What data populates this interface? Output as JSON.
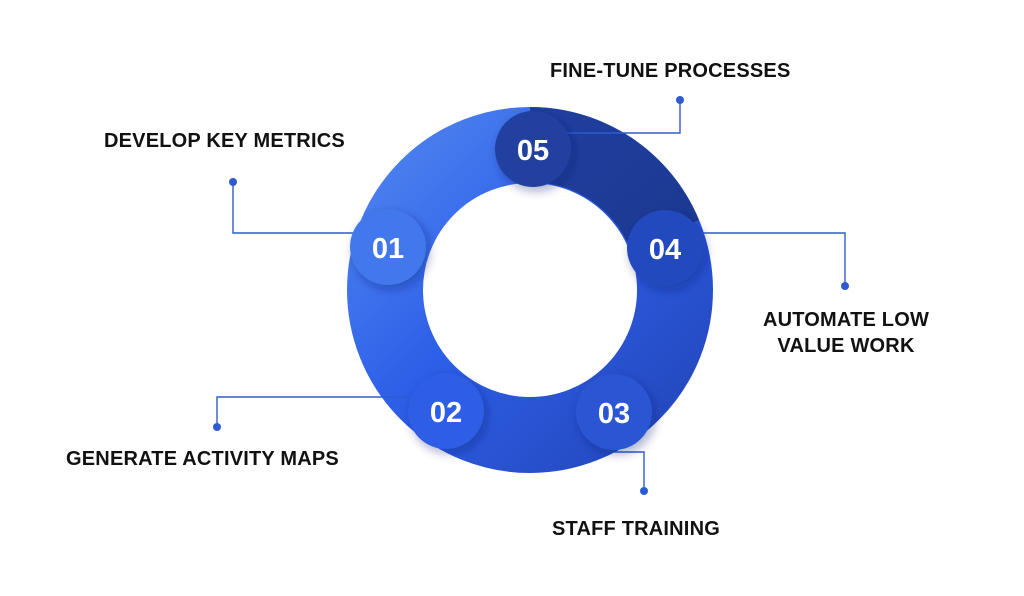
{
  "colors": {
    "background": "#ffffff",
    "text": "#111111",
    "connector": "#2f5bd1",
    "ring_light": "#4a7fee",
    "ring_mid": "#2f60ea",
    "ring_deep": "#2349bd",
    "ring_dark": "#1c3a9a"
  },
  "steps": [
    {
      "number": "01",
      "label": "DEVELOP KEY METRICS"
    },
    {
      "number": "02",
      "label": "GENERATE ACTIVITY MAPS"
    },
    {
      "number": "03",
      "label": "STAFF TRAINING"
    },
    {
      "number": "04",
      "label_line1": "AUTOMATE LOW",
      "label_line2": "VALUE WORK"
    },
    {
      "number": "05",
      "label": "FINE-TUNE PROCESSES"
    }
  ]
}
